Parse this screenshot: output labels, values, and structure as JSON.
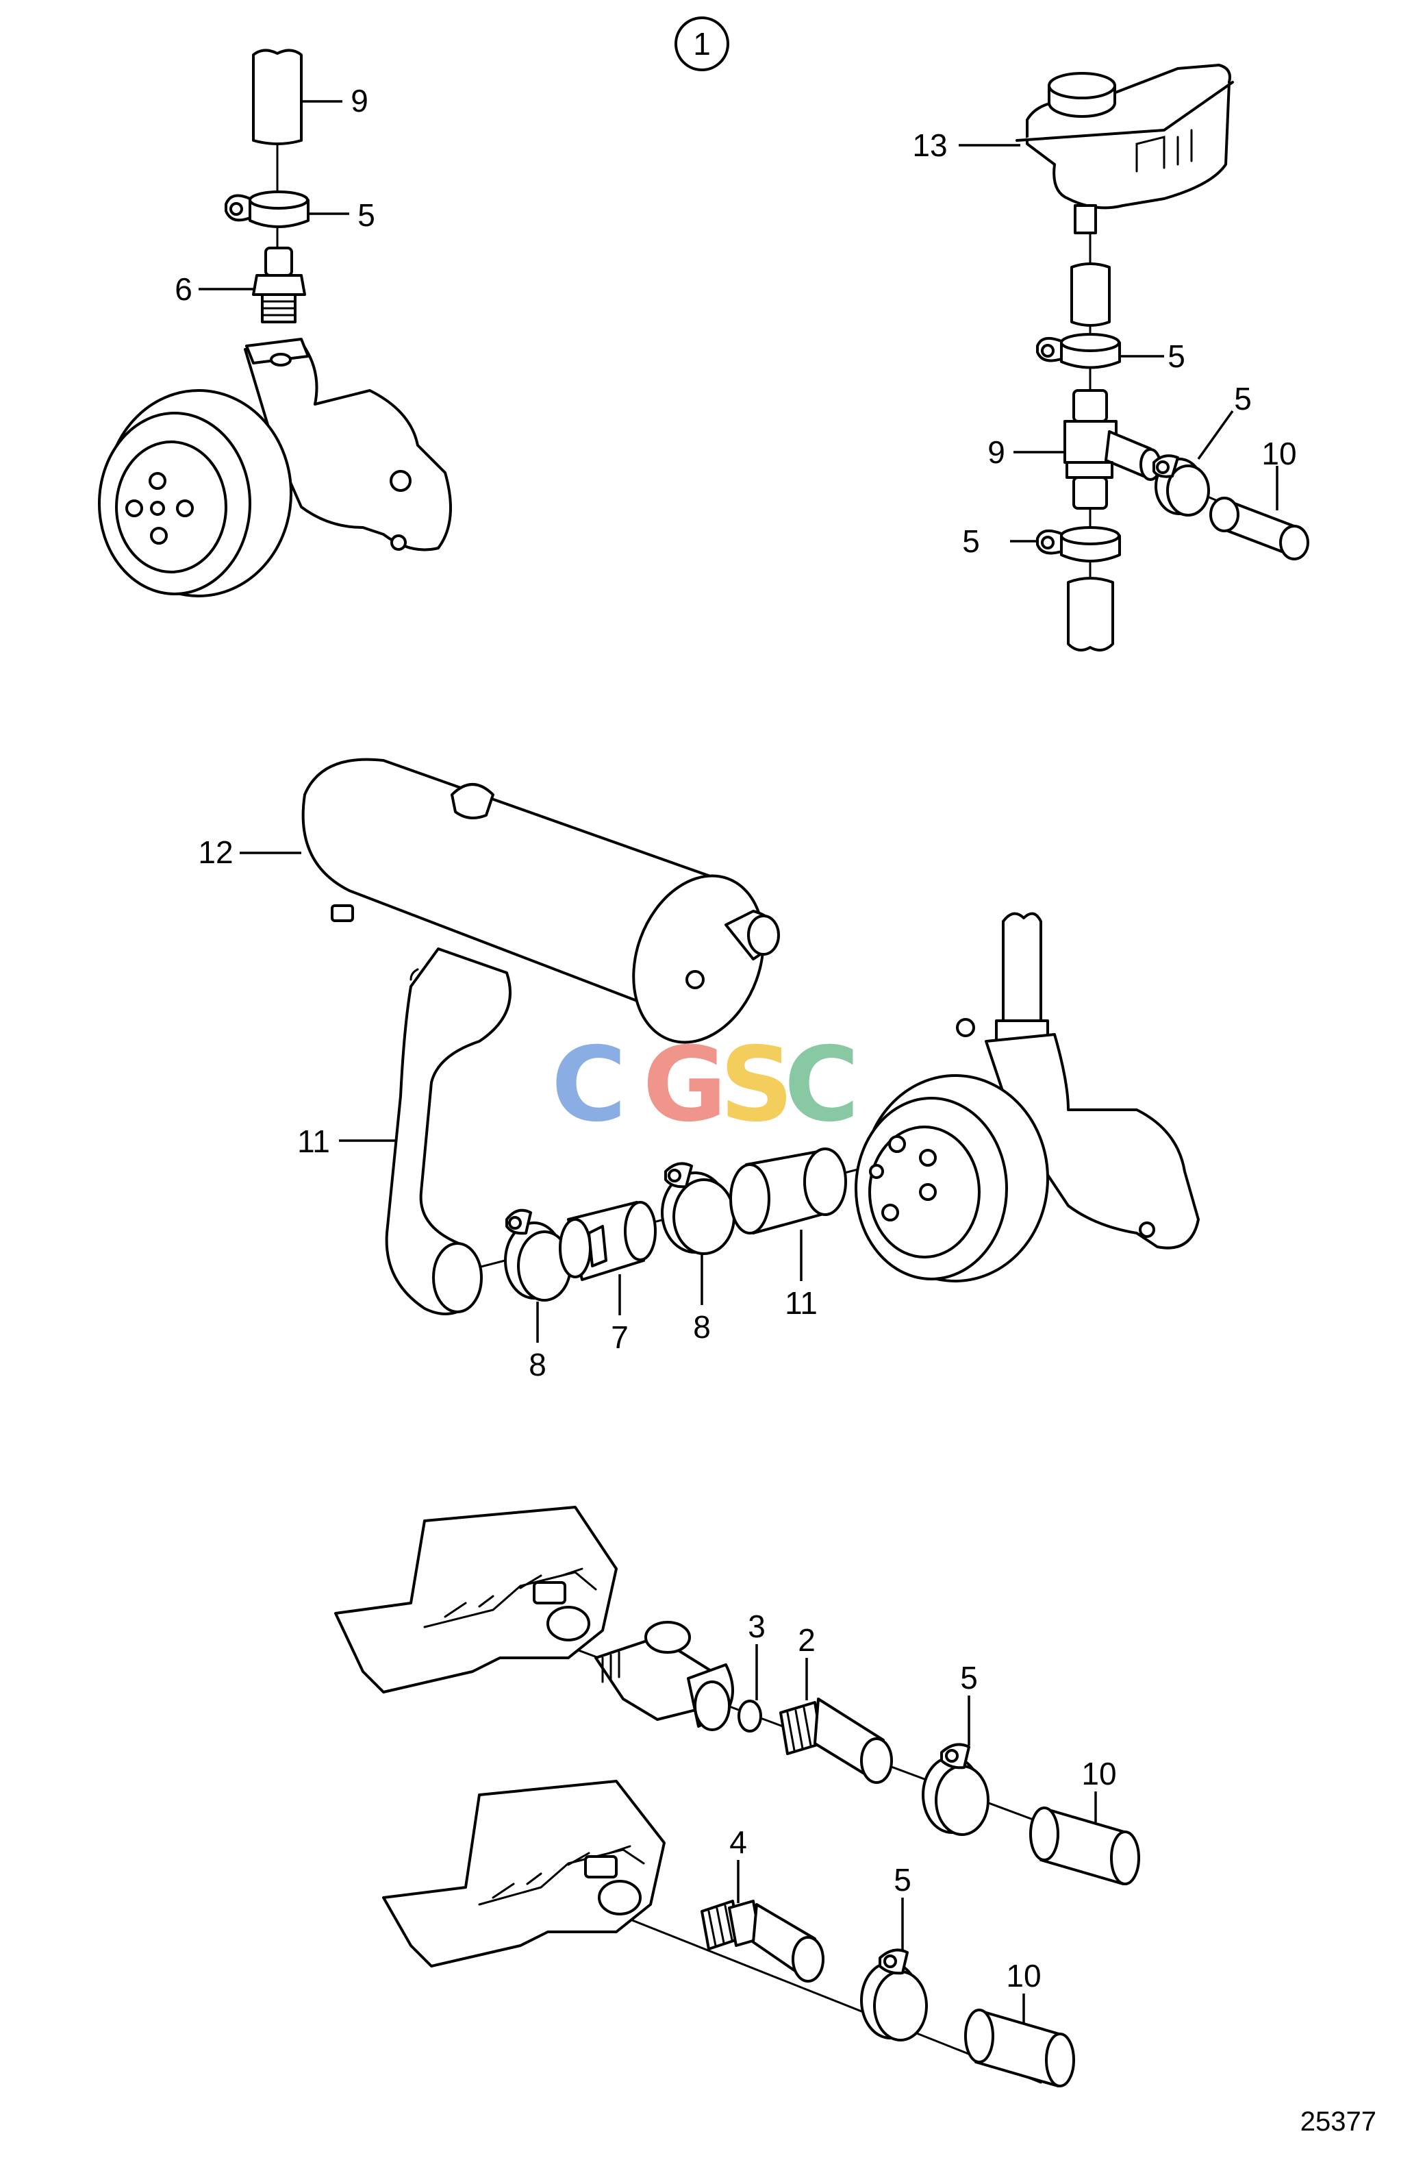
{
  "figure_number": "1",
  "drawing_reference": "25377",
  "watermark": {
    "letters": [
      "C",
      "G",
      "S",
      "C"
    ],
    "colors": [
      "#7ea6e0",
      "#ee8a80",
      "#f2c94c",
      "#7cc49a"
    ]
  },
  "callouts": {
    "top_left": {
      "hose": "9",
      "clamp": "5",
      "nipple": "6"
    },
    "top_right": {
      "tank": "13",
      "clamp_upper": "5",
      "clamp_side": "5",
      "tee": "9",
      "hose_side": "10",
      "clamp_lower": "5"
    },
    "middle": {
      "heater": "12",
      "hose_bend": "11",
      "clamp_left": "8",
      "connector": "7",
      "clamp_right": "8",
      "hose_short": "11"
    },
    "bottom_upper": {
      "washer": "3",
      "nipple": "2",
      "clamp": "5",
      "hose": "10"
    },
    "bottom_lower": {
      "nipple": "4",
      "clamp": "5",
      "hose": "10"
    }
  }
}
